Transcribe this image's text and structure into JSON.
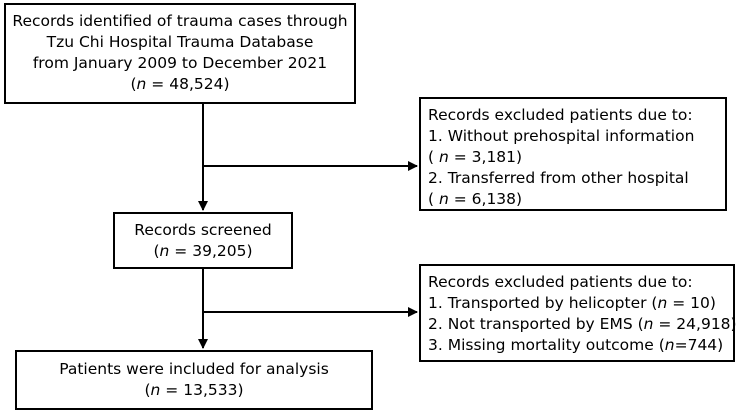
{
  "boxes": {
    "identified": {
      "lines": [
        "Records identified of trauma cases through",
        "Tzu Chi Hospital Trauma Database",
        "from January 2009 to December 2021"
      ],
      "n_prefix": "(",
      "n_symbol": "n",
      "n_value": " = 48,524)"
    },
    "excluded1": {
      "title": "Records excluded patients due to:",
      "item1": "1. Without prehospital information",
      "item1_n_prefix": "( ",
      "item1_n_symbol": "n",
      "item1_n_value": " = 3,181)",
      "item2": "2. Transferred from other hospital",
      "item2_n_prefix": "( ",
      "item2_n_symbol": "n",
      "item2_n_value": " = 6,138)"
    },
    "screened": {
      "title": "Records screened",
      "n_prefix": "(",
      "n_symbol": "n",
      "n_value": " = 39,205)"
    },
    "excluded2": {
      "title": "Records excluded patients due to:",
      "item1_text": "1. Transported by helicopter (",
      "item1_n_symbol": "n",
      "item1_n_value": " = 10)",
      "item2_text": "2. Not transported by EMS (",
      "item2_n_symbol": "n",
      "item2_n_value": " = 24,918)",
      "item3_text": "3. Missing mortality outcome (",
      "item3_n_symbol": "n",
      "item3_n_value": "=744)"
    },
    "included": {
      "title": "Patients were included for analysis",
      "n_prefix": "(",
      "n_symbol": "n",
      "n_value": " = 13,533)"
    }
  }
}
